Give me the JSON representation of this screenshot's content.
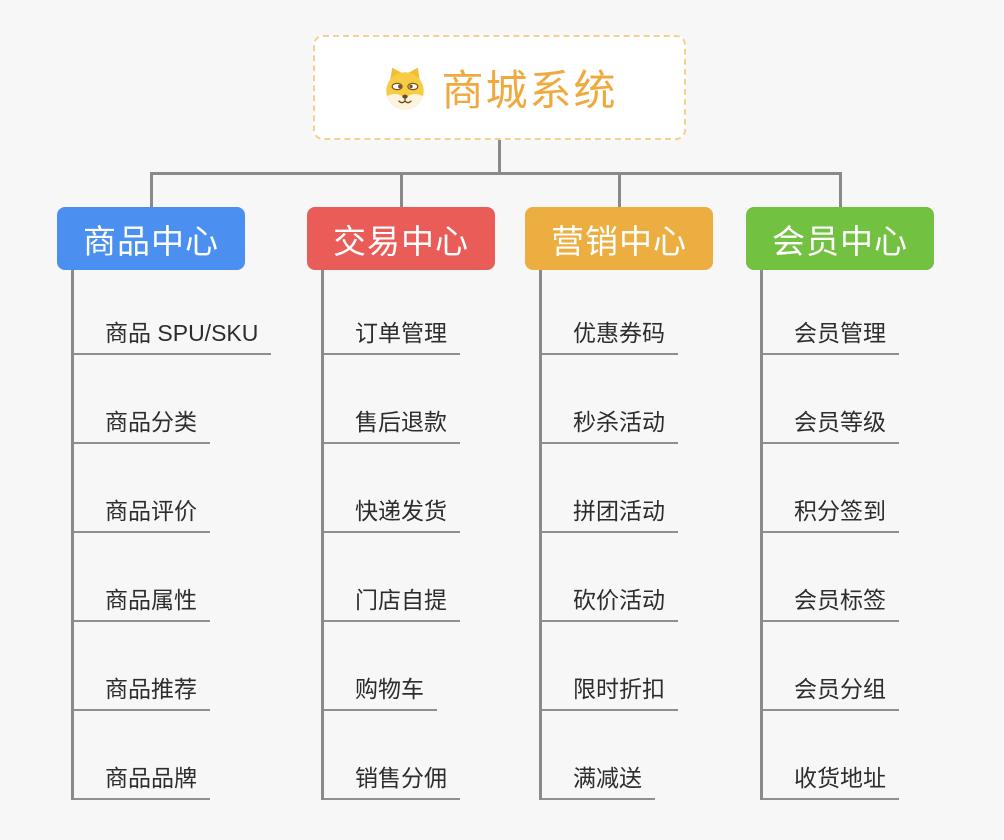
{
  "root": {
    "title": "商城系统",
    "icon": "shiba-dog-icon",
    "title_color": "#efa93e",
    "border_color": "#f5d191",
    "background": "#ffffff"
  },
  "branches": [
    {
      "id": "product-center",
      "label": "商品中心",
      "color": "#4b90f0",
      "items": [
        "商品 SPU/SKU",
        "商品分类",
        "商品评价",
        "商品属性",
        "商品推荐",
        "商品品牌"
      ]
    },
    {
      "id": "trade-center",
      "label": "交易中心",
      "color": "#ea5c58",
      "items": [
        "订单管理",
        "售后退款",
        "快递发货",
        "门店自提",
        "购物车",
        "销售分佣"
      ]
    },
    {
      "id": "marketing-center",
      "label": "营销中心",
      "color": "#ecae41",
      "items": [
        "优惠券码",
        "秒杀活动",
        "拼团活动",
        "砍价活动",
        "限时折扣",
        "满减送"
      ]
    },
    {
      "id": "member-center",
      "label": "会员中心",
      "color": "#72c140",
      "items": [
        "会员管理",
        "会员等级",
        "积分签到",
        "会员标签",
        "会员分组",
        "收货地址"
      ]
    }
  ],
  "colors": {
    "canvas_background": "#f7f7f7",
    "connector": "#8a8a8a",
    "leaf_underline": "#8f8f8f",
    "leaf_text": "#2d2d2d"
  }
}
